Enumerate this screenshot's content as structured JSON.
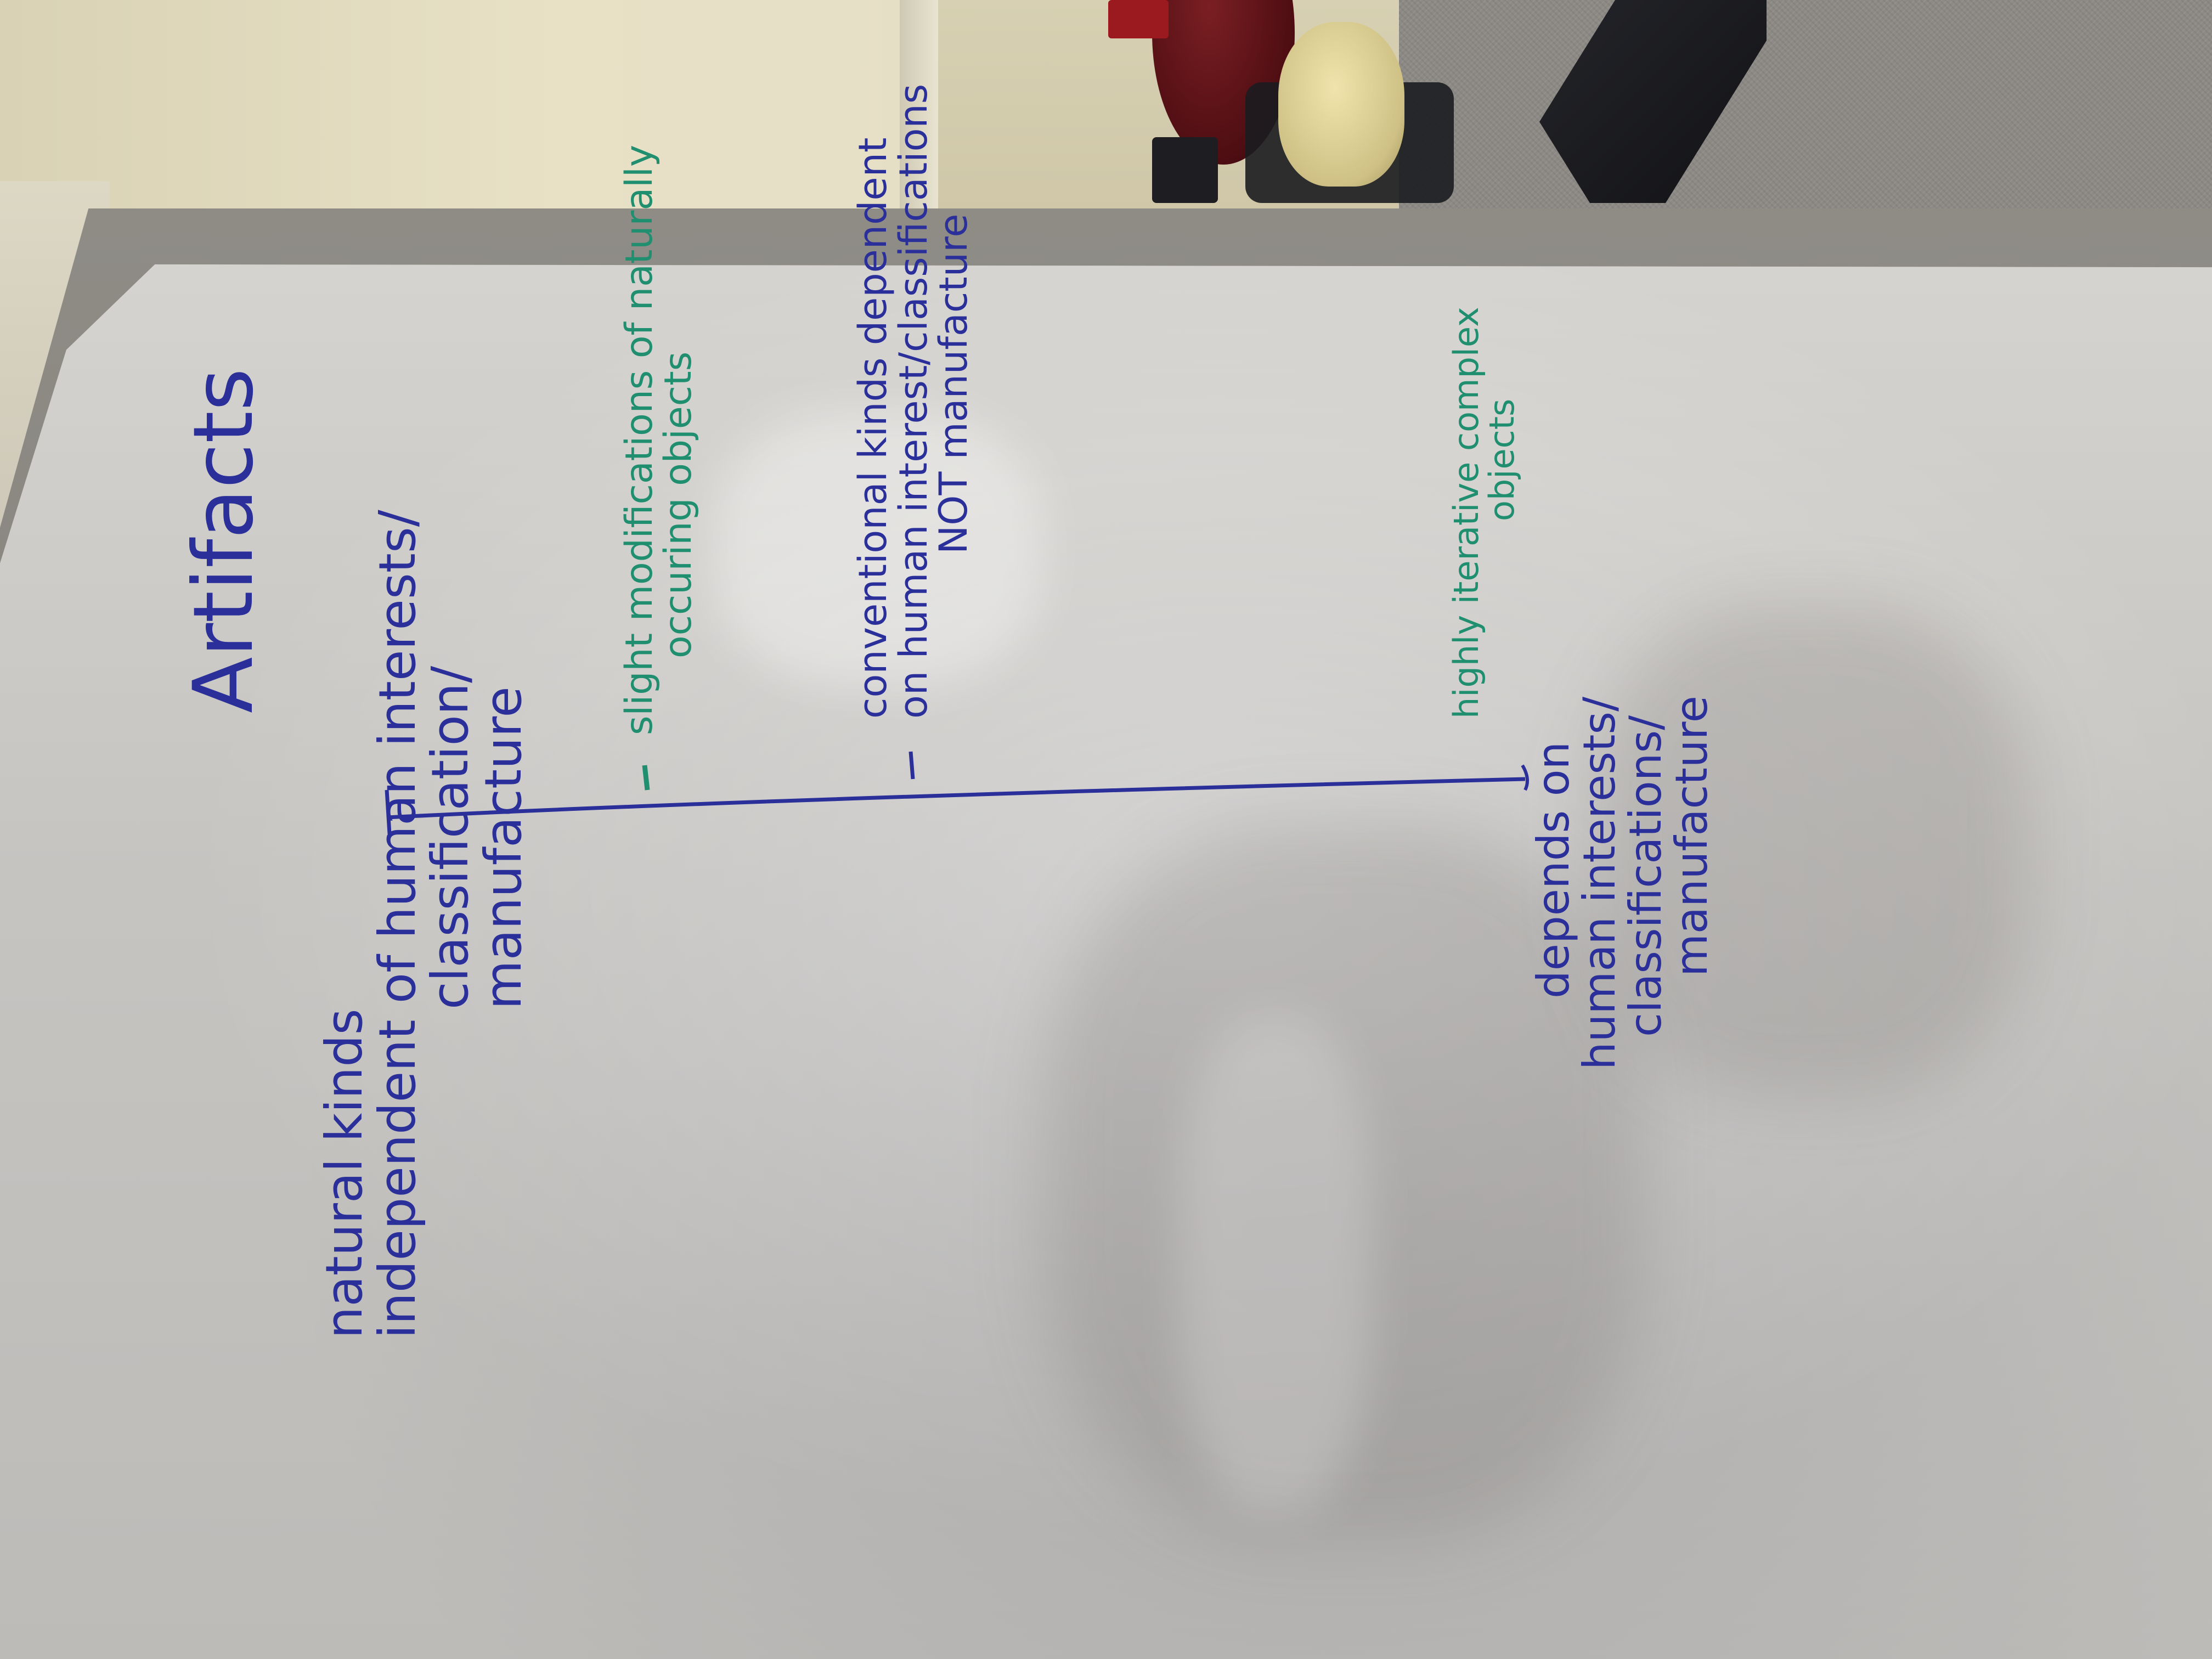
{
  "scene": "whiteboard photo",
  "colors": {
    "blue_marker": "#2a2f9a",
    "green_marker": "#1f8f6f"
  },
  "board": {
    "title": "Artifacts",
    "left_end": {
      "line1": "natural kinds",
      "line2": "independent of human interests/",
      "line3": "classification/",
      "line4": "manufacture"
    },
    "right_end": {
      "line1": "depends on",
      "line2": "human interests/",
      "line3": "classifications/",
      "line4": "manufacture"
    },
    "mark1": {
      "line1": "slight modifications of naturally",
      "line2": "occuring objects"
    },
    "mark2": {
      "line1": "conventional kinds dependent",
      "line2": "on human interest/classifications",
      "line3": "NOT manufacture"
    },
    "mark3": {
      "line1": "highly iterative complex",
      "line2": "objects"
    }
  }
}
